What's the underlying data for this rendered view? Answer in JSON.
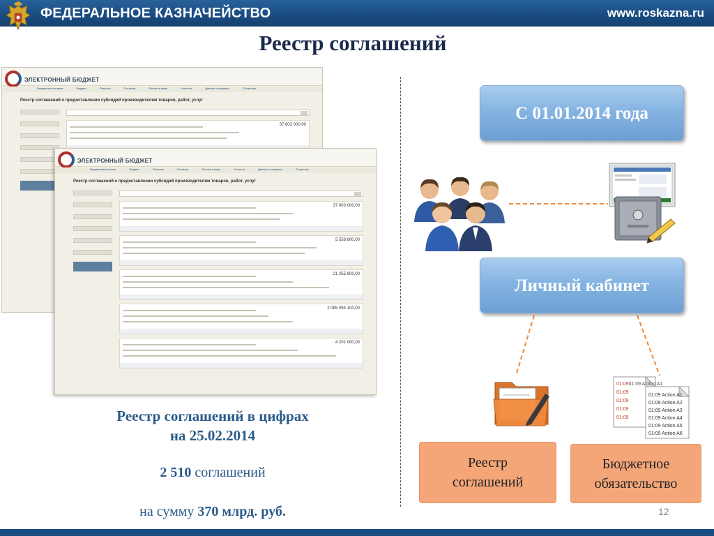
{
  "header": {
    "title": "ФЕДЕРАЛЬНОЕ КАЗНАЧЕЙСТВО",
    "url": "www.roskazna.ru",
    "emblem_icon": "double-headed-eagle-emblem-icon"
  },
  "slide": {
    "title": "Реестр соглашений",
    "page_number": "12"
  },
  "screenshot": {
    "logo_text": "ЭЛЕКТРОННЫЙ БЮДЖЕТ",
    "page_title": "Реестр соглашений о предоставлении субсидий производителям товаров, работ, услуг",
    "nav": [
      "Бюджетная система",
      "Бюджет",
      "Регионы",
      "Госзатер",
      "Россия в мире",
      "Новости",
      "Данные и сервисы",
      "О портале"
    ],
    "amounts": [
      "37 603 000,00",
      "5 558 800,00",
      "21 255 900,00",
      "2 085 094 100,00",
      "4 201 000,00"
    ]
  },
  "stats": {
    "heading_line1": "Реестр соглашений в цифрах",
    "heading_line2": "на 25.02.2014",
    "count_number": "2 510",
    "count_label": " соглашений",
    "sum_prefix": "на сумму ",
    "sum_value": "370 млрд. руб."
  },
  "diagram": {
    "date_box": "С 01.01.2014 года",
    "cabinet_box": "Личный кабинет",
    "registry_box_line1": "Реестр",
    "registry_box_line2": "соглашений",
    "budget_box_line1": "Бюджетное",
    "budget_box_line2": "обязательство",
    "doc_lines": [
      "01:09 Action A1",
      "01:09 Action A2",
      "01:09 Action A3",
      "01:09 Action A4",
      "01:09 Action A5",
      "01:09 Action A6"
    ],
    "icons": [
      "users-group-icon",
      "computer-safe-icon",
      "folder-document-icon",
      "action-log-documents-icon"
    ]
  },
  "colors": {
    "header_blue": "#1a4d82",
    "accent_blue": "#85b4e2",
    "orange": "#f4a679",
    "caption_blue": "#2a5a8a"
  }
}
